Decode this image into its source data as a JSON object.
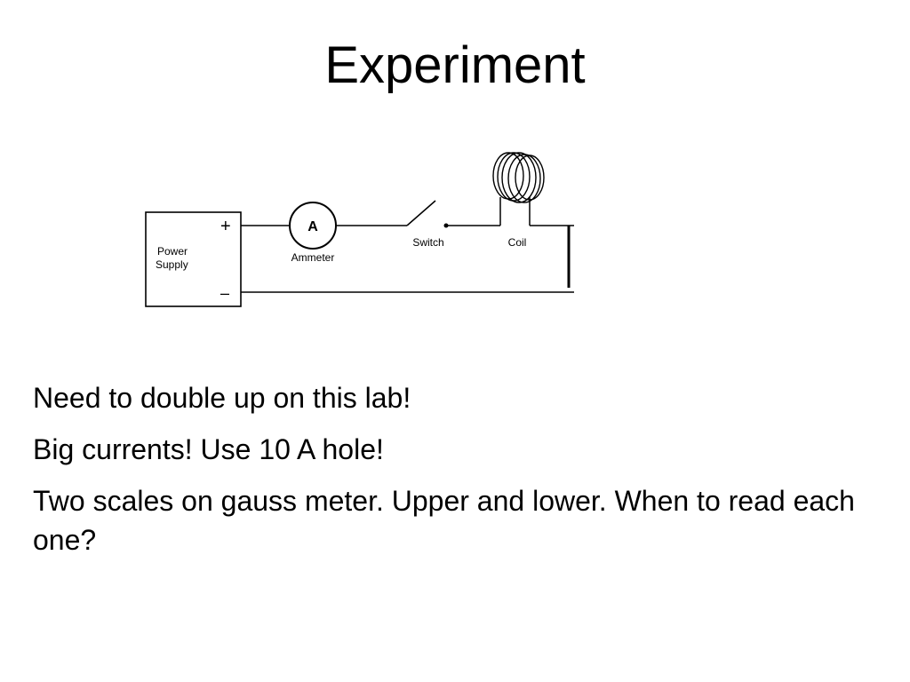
{
  "slide": {
    "title": "Experiment",
    "diagram": {
      "power_supply_line1": "Power",
      "power_supply_line2": "Supply",
      "plus_terminal": "+",
      "minus_terminal": "–",
      "ammeter_symbol": "A",
      "ammeter_label": "Ammeter",
      "switch_label": "Switch",
      "coil_label": "Coil"
    },
    "bullets": [
      "Need to double up on this lab!",
      "Big currents! Use 10 A hole!",
      "Two scales on gauss meter.  Upper and lower.  When to read each one?"
    ]
  }
}
